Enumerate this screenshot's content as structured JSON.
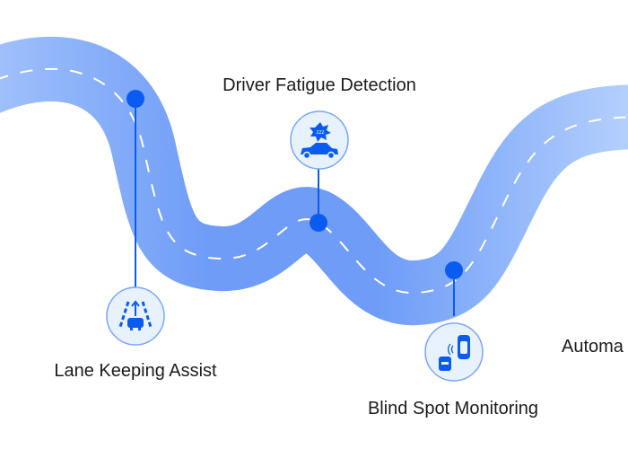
{
  "colors": {
    "road": "#78a6f8",
    "road_light": "#b4d0fc",
    "accent": "#0a5cf0",
    "icon_bg": "#e8f1fe"
  },
  "features": [
    {
      "label": "Lane Keeping Assist",
      "icon": "lane-keeping-icon"
    },
    {
      "label": "Driver Fatigue Detection",
      "icon": "drowsy-car-icon"
    },
    {
      "label": "Blind Spot Monitoring",
      "icon": "blind-spot-icon"
    },
    {
      "label": "Automa",
      "icon": ""
    }
  ]
}
